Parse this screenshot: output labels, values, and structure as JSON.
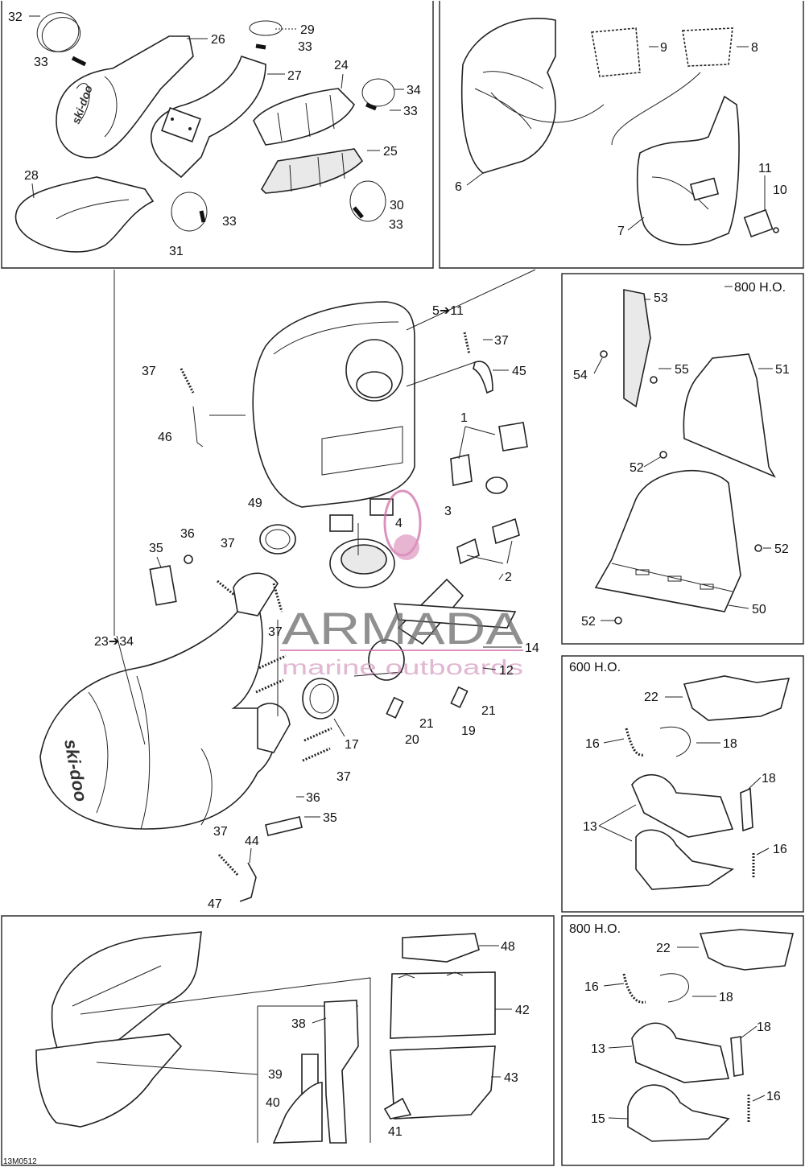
{
  "diagram_code": "13M0512",
  "watermark": {
    "brand": "ARMADA",
    "tagline": "marine outboards"
  },
  "panels": {
    "upper_right_800": {
      "title": "800 H.O."
    },
    "mid_right_600": {
      "title": "600 H.O."
    },
    "lower_right_800": {
      "title": "800 H.O."
    }
  },
  "callouts": {
    "c32": "32",
    "c26": "26",
    "c29": "29",
    "c33a": "33",
    "c27": "27",
    "c33b": "33",
    "c24": "24",
    "c34a": "34",
    "c33c": "33",
    "c25": "25",
    "c28": "28",
    "c33d": "33",
    "c31": "31",
    "c30": "30",
    "c33e": "33",
    "c9": "9",
    "c8": "8",
    "c6": "6",
    "c11a": "11",
    "c10": "10",
    "c7": "7",
    "c5to11": "5➔11",
    "c37a": "37",
    "c45": "45",
    "c37b": "37",
    "c46": "46",
    "c1": "1",
    "c3": "3",
    "c4": "4",
    "c2": "2",
    "c49": "49",
    "c36a": "36",
    "c35a": "35",
    "c37c": "37",
    "c37d": "37",
    "c23to34": "23➔34",
    "c14": "14",
    "c12": "12",
    "c17": "17",
    "c21a": "21",
    "c21b": "21",
    "c20": "20",
    "c19": "19",
    "c37e": "37",
    "c36b": "36",
    "c35b": "35",
    "c37f": "37",
    "c44": "44",
    "c47": "47",
    "c53": "53",
    "c54": "54",
    "c55": "55",
    "c51": "51",
    "c52a": "52",
    "c52b": "52",
    "c52c": "52",
    "c50": "50",
    "c22a": "22",
    "c16a": "16",
    "c18a": "18",
    "c18b": "18",
    "c13a": "13",
    "c16b": "16",
    "c48": "48",
    "c42": "42",
    "c38": "38",
    "c39": "39",
    "c43": "43",
    "c40": "40",
    "c41": "41",
    "c22b": "22",
    "c16c": "16",
    "c18c": "18",
    "c18d": "18",
    "c13b": "13",
    "c16d": "16",
    "c15": "15"
  }
}
